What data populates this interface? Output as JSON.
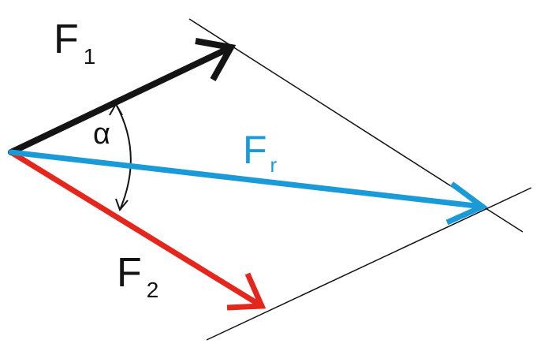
{
  "colors": {
    "f1": "#141414",
    "f2": "#e4261c",
    "fr": "#1a9bd7",
    "construction": "#141414",
    "background": "#ffffff"
  },
  "labels": {
    "f1": {
      "main": "F",
      "sub": "1"
    },
    "f2": {
      "main": "F",
      "sub": "2"
    },
    "fr": {
      "main": "F",
      "sub": "r"
    },
    "angle": "α"
  }
}
